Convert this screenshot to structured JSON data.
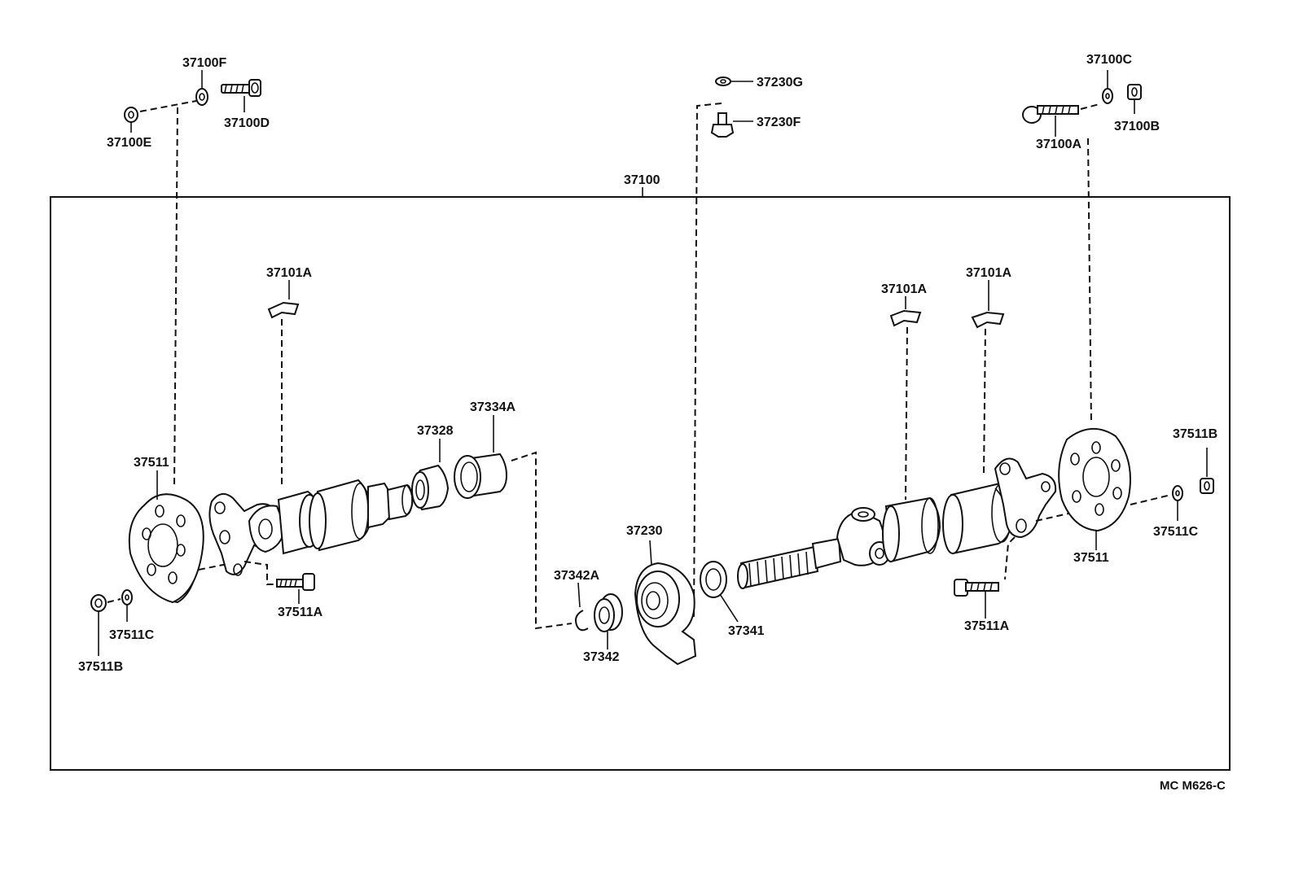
{
  "diagram": {
    "labels": {
      "l_37100F": "37100F",
      "l_37100D": "37100D",
      "l_37100E": "37100E",
      "l_37230G": "37230G",
      "l_37230F": "37230F",
      "l_37100C": "37100C",
      "l_37100A": "37100A",
      "l_37100B": "37100B",
      "l_37100": "37100",
      "l_37101A_left": "37101A",
      "l_37101A_mid": "37101A",
      "l_37101A_right": "37101A",
      "l_37334A": "37334A",
      "l_37328": "37328",
      "l_37511_left": "37511",
      "l_37511_right": "37511",
      "l_37511B_right": "37511B",
      "l_37511C_right": "37511C",
      "l_37230": "37230",
      "l_37342A": "37342A",
      "l_37342": "37342",
      "l_37341": "37341",
      "l_37511A_left": "37511A",
      "l_37511A_right": "37511A",
      "l_37511C_left": "37511C",
      "l_37511B_left": "37511B"
    },
    "drawing_code": "MC M626-C"
  }
}
